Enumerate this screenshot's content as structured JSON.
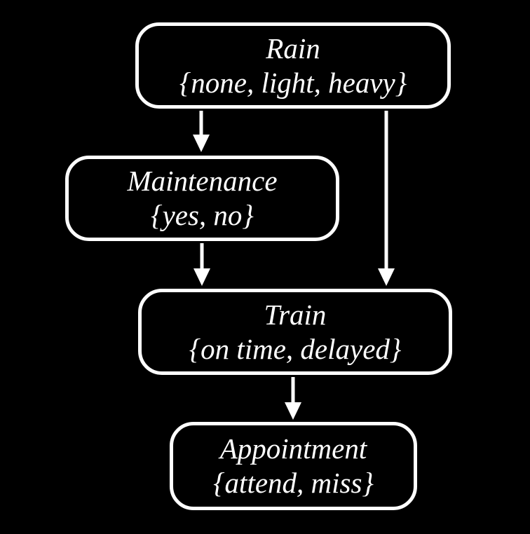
{
  "diagram": {
    "background_color": "#000000",
    "node_border_color": "#ffffff",
    "node_fill_color": "#000000",
    "text_color": "#ffffff",
    "arrow_color": "#ffffff",
    "nodes": [
      {
        "id": "rain",
        "label": "Rain",
        "values_text": "{none, light, heavy}",
        "values": [
          "none",
          "light",
          "heavy"
        ]
      },
      {
        "id": "maintenance",
        "label": "Maintenance",
        "values_text": "{yes, no}",
        "values": [
          "yes",
          "no"
        ]
      },
      {
        "id": "train",
        "label": "Train",
        "values_text": "{on time, delayed}",
        "values": [
          "on time",
          "delayed"
        ]
      },
      {
        "id": "appointment",
        "label": "Appointment",
        "values_text": "{attend, miss}",
        "values": [
          "attend",
          "miss"
        ]
      }
    ],
    "edges": [
      {
        "from": "rain",
        "to": "maintenance"
      },
      {
        "from": "rain",
        "to": "train"
      },
      {
        "from": "maintenance",
        "to": "train"
      },
      {
        "from": "train",
        "to": "appointment"
      }
    ]
  }
}
